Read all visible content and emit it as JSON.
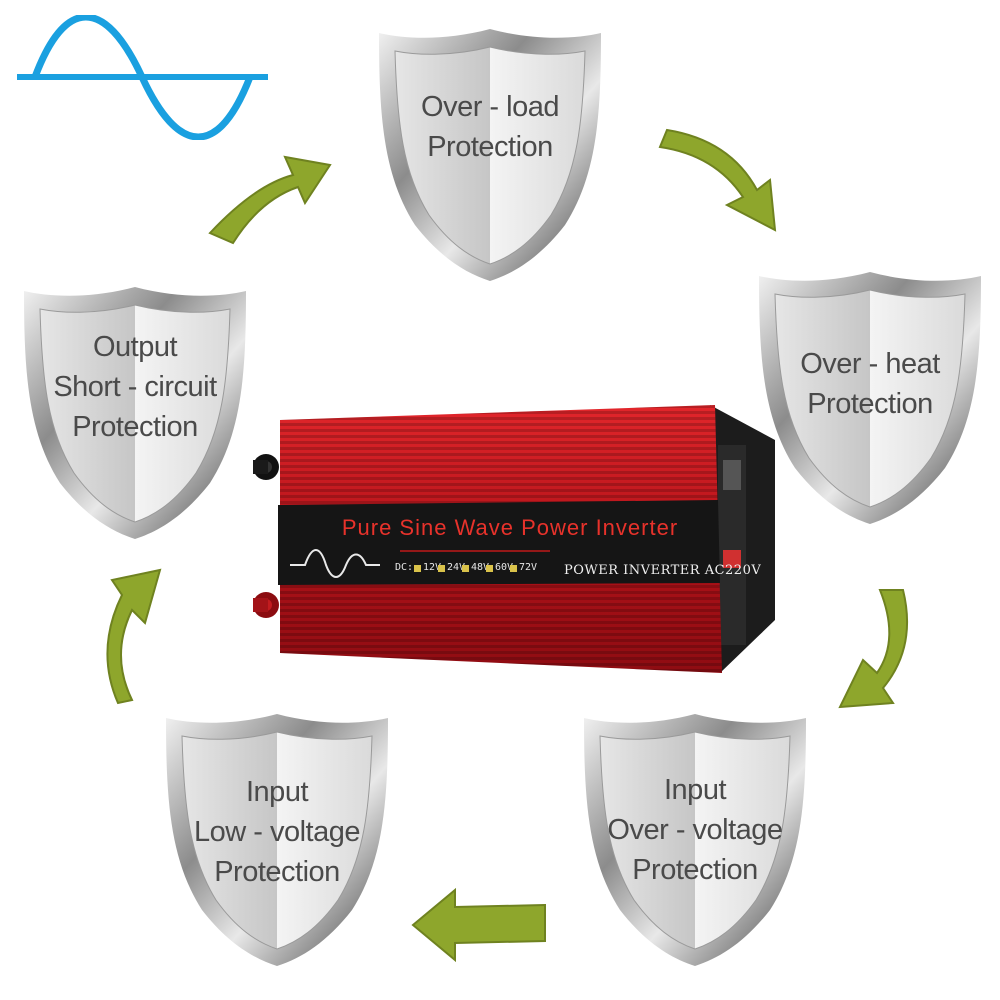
{
  "logo": {
    "icon": "sine-wave-icon",
    "color": "#1aa0e0"
  },
  "shields": [
    {
      "id": "over-load",
      "lines": [
        "Over - load",
        "Protection"
      ]
    },
    {
      "id": "over-heat",
      "lines": [
        "Over - heat",
        "Protection"
      ]
    },
    {
      "id": "input-over-voltage",
      "lines": [
        "Input",
        "Over - voltage",
        "Protection"
      ]
    },
    {
      "id": "input-low-voltage",
      "lines": [
        "Input",
        "Low - voltage",
        "Protection"
      ]
    },
    {
      "id": "output-short-circuit",
      "lines": [
        "Output",
        "Short - circuit",
        "Protection"
      ]
    }
  ],
  "cycle_order": [
    "over-load",
    "over-heat",
    "input-over-voltage",
    "input-low-voltage",
    "output-short-circuit"
  ],
  "arrow_color": "#8ea62c",
  "inverter": {
    "title": "Pure Sine Wave Power Inverter",
    "dc_label": "DC:",
    "voltages": [
      "12V",
      "24V",
      "48V",
      "60V",
      "72V"
    ],
    "model": "POWER INVERTER AC220V",
    "body_color": "#c4151c",
    "panel_color": "#1a1a1a"
  }
}
